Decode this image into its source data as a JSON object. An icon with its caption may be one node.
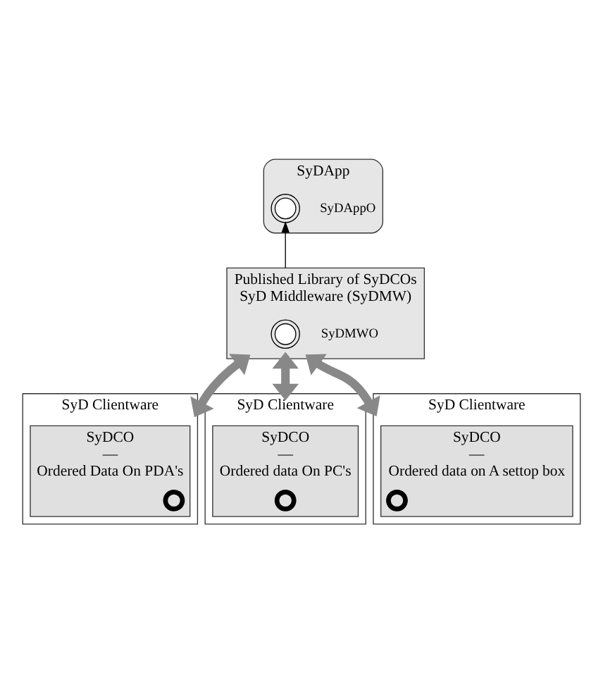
{
  "diagram": {
    "nodes": [
      {
        "text": [
          "SyDApp"
        ]
      },
      {
        "text": [],
        "shape": "circle",
        "in": 0,
        "beside": [
          "SyDAppO"
        ]
      },
      {
        "text": [
          "Published Library of SyDCOs",
          "SyD Middleware (SyDMW)"
        ]
      },
      {
        "text": [],
        "shape": "circle",
        "in": 2,
        "beside": [
          "SyDMWO"
        ]
      },
      {
        "text": [
          "SyD Clientware"
        ]
      },
      {
        "text": [
          "SyDCO",
          "—",
          "Ordered Data On PDA's"
        ],
        "in": 4
      },
      {
        "text": [],
        "shape": "circle",
        "in": 5
      },
      {
        "text": [
          "SyD Clientware"
        ]
      },
      {
        "text": [
          "SyDCO",
          "—",
          "Ordered data On PC's"
        ],
        "in": 7
      },
      {
        "text": [],
        "shape": "circle",
        "in": 8
      },
      {
        "text": [
          "SyD Clientware"
        ]
      },
      {
        "text": [
          "SyDCO",
          "—",
          "Ordered data on A settop box"
        ],
        "in": 10
      },
      {
        "text": [],
        "shape": "circle",
        "in": 11
      }
    ],
    "edges": [
      {
        "from": 2,
        "to": 1,
        "arrow": "to",
        "color": "#000000"
      },
      {
        "from": 2,
        "to": 4,
        "arrow": "both"
      },
      {
        "from": 2,
        "to": 7,
        "arrow": "both"
      },
      {
        "from": 2,
        "to": 10,
        "arrow": "both"
      }
    ]
  }
}
